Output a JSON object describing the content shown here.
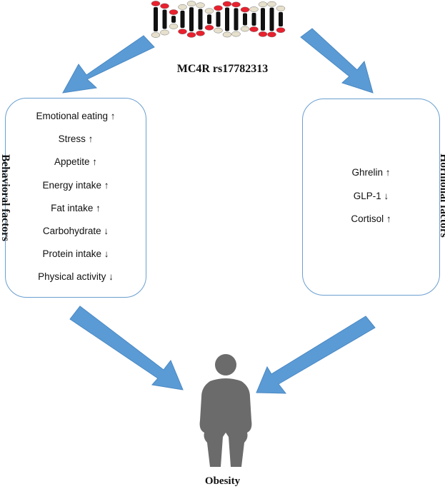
{
  "title": "MC4R rs17782313",
  "left_box": {
    "side_label": "Behavioral factors",
    "items": [
      "Emotional eating ↑",
      "Stress ↑",
      "Appetite ↑",
      "Energy intake ↑",
      "Fat intake ↑",
      "Carbohydrate ↓",
      "Protein intake ↓",
      "Physical activity ↓"
    ]
  },
  "right_box": {
    "side_label": "Hormonal factors",
    "items": [
      "Ghrelin ↑",
      "GLP-1 ↓",
      "Cortisol ↑"
    ]
  },
  "outcome": "Obesity",
  "colors": {
    "arrow": "#5b9bd5",
    "box_border": "#6a9fd0",
    "dna_red": "#e8212f",
    "dna_cream": "#e6e0cc",
    "dna_black": "#111111",
    "silhouette": "#6b6b6b"
  },
  "icons": [
    "dna-icon",
    "person-silhouette-icon"
  ]
}
